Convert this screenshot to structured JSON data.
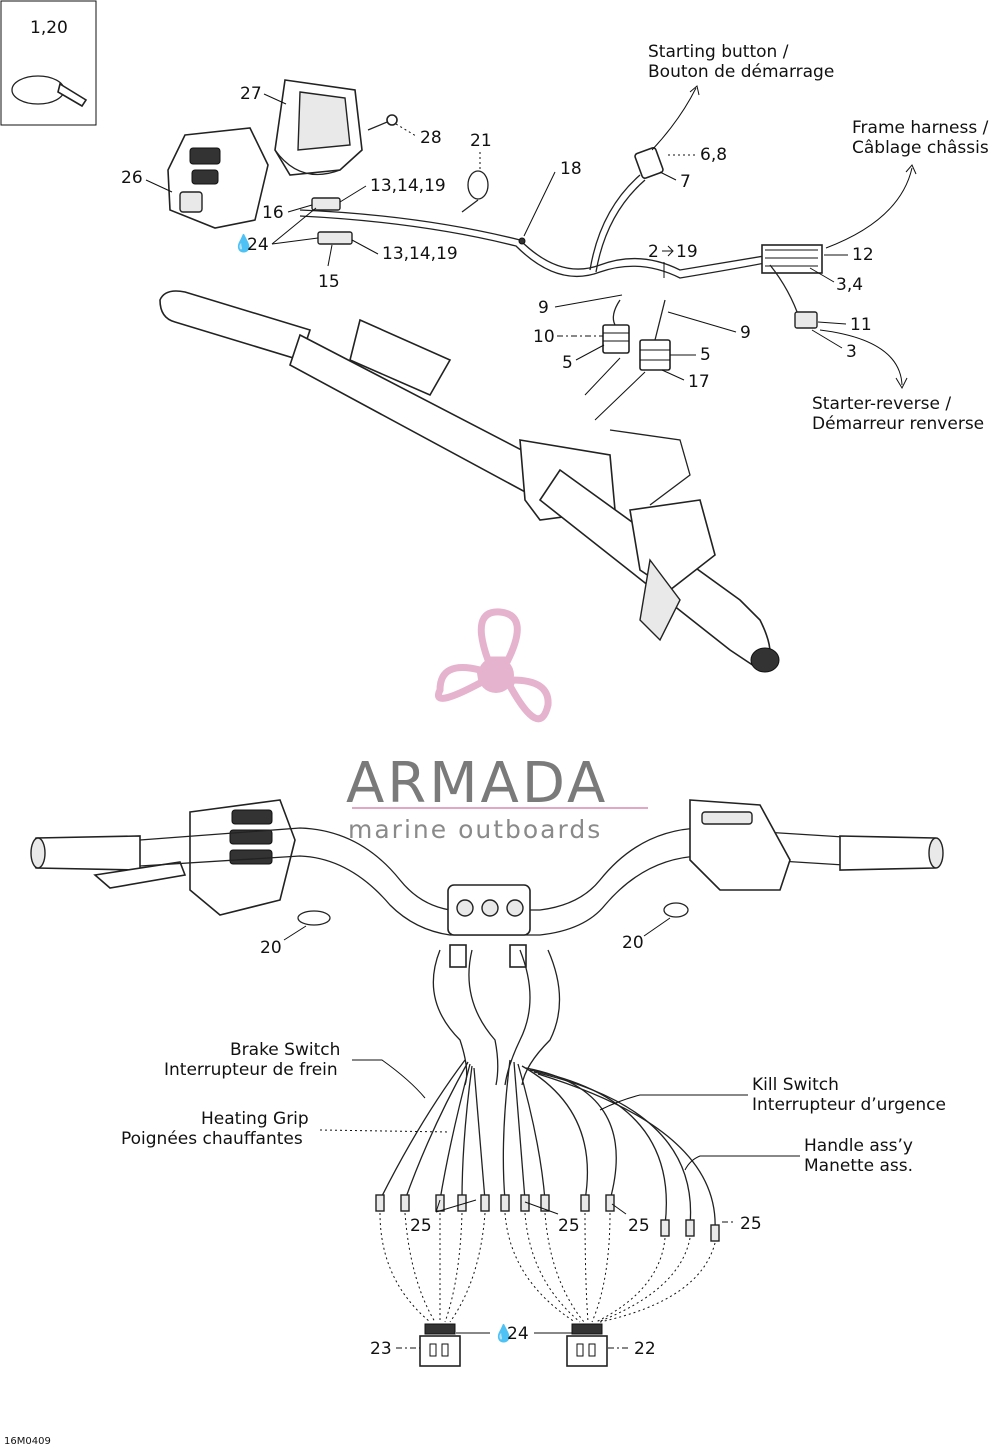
{
  "inset": {
    "label": "1,20"
  },
  "callouts": {
    "c27": "27",
    "c28": "28",
    "c26": "26",
    "c21": "21",
    "c18": "18",
    "c13a": "13,14,19",
    "c16": "16",
    "c24a": "24",
    "c13b": "13,14,19",
    "c15": "15",
    "c68": "6,8",
    "c7": "7",
    "c12": "12",
    "c219": "2",
    "c219b": "19",
    "c34": "3,4",
    "c9a": "9",
    "c9b": "9",
    "c11": "11",
    "c10": "10",
    "c3": "3",
    "c5a": "5",
    "c5b": "5",
    "c17": "17",
    "c20a": "20",
    "c20b": "20",
    "c25a": "25",
    "c25b": "25",
    "c25c": "25",
    "c25d": "25",
    "c23": "23",
    "c24b": "24",
    "c22": "22"
  },
  "captions": {
    "starting_en": "Starting button /",
    "starting_fr": "Bouton de démarrage",
    "frame_en": "Frame harness /",
    "frame_fr": "Câblage châssis",
    "starter_en": "Starter-reverse /",
    "starter_fr": "Démarreur renverse",
    "brake_en": "Brake Switch",
    "brake_fr": "Interrupteur de frein",
    "heat_en": "Heating Grip",
    "heat_fr": "Poignées chauffantes",
    "kill_en": "Kill Switch",
    "kill_fr": "Interrupteur d’urgence",
    "handle_en": "Handle ass’y",
    "handle_fr": "Manette ass."
  },
  "watermark": {
    "brand": "ARMADA",
    "tagline": "marine outboards",
    "logo": "propeller-logo",
    "color": "#e2a6c6"
  },
  "footer": {
    "code": "16M0409"
  }
}
